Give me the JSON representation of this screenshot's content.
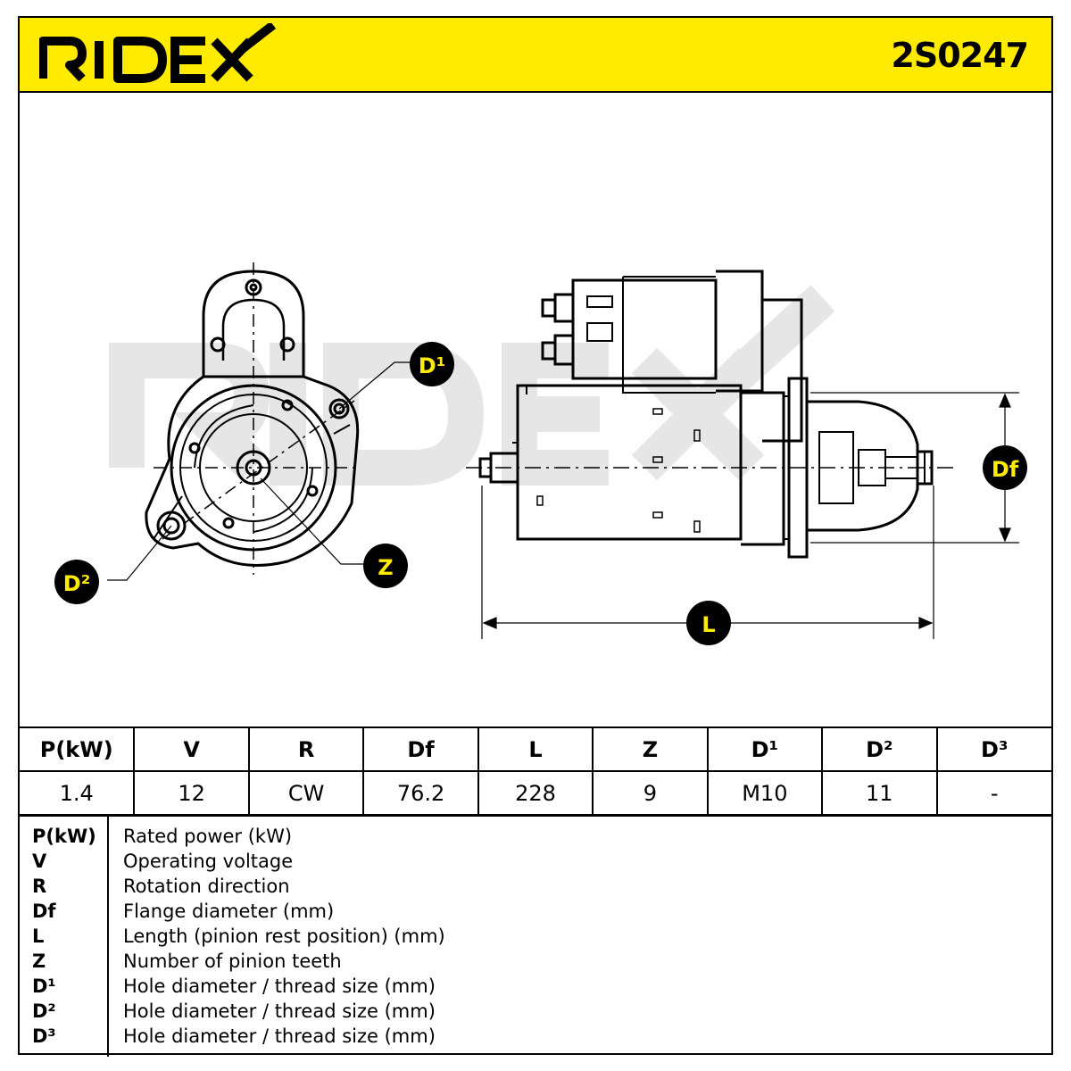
{
  "header": {
    "brand": "RIDEX",
    "part_number": "2S0247",
    "background_color": "#ffeb00"
  },
  "drawing": {
    "callouts": {
      "d1": "D¹",
      "d2": "D²",
      "z": "Z",
      "df": "Df",
      "l": "L"
    }
  },
  "spec_table": {
    "headers": [
      "P(kW)",
      "V",
      "R",
      "Df",
      "L",
      "Z",
      "D¹",
      "D²",
      "D³"
    ],
    "values": [
      "1.4",
      "12",
      "CW",
      "76.2",
      "228",
      "9",
      "M10",
      "11",
      "-"
    ]
  },
  "legend": [
    {
      "key": "P(kW)",
      "desc": "Rated power (kW)"
    },
    {
      "key": "V",
      "desc": "Operating voltage"
    },
    {
      "key": "R",
      "desc": "Rotation direction"
    },
    {
      "key": "Df",
      "desc": "Flange diameter (mm)"
    },
    {
      "key": "L",
      "desc": "Length (pinion rest position) (mm)"
    },
    {
      "key": "Z",
      "desc": "Number of pinion teeth"
    },
    {
      "key": "D¹",
      "desc": "Hole diameter / thread size (mm)"
    },
    {
      "key": "D²",
      "desc": "Hole diameter / thread size (mm)"
    },
    {
      "key": "D³",
      "desc": "Hole diameter / thread size (mm)"
    }
  ]
}
